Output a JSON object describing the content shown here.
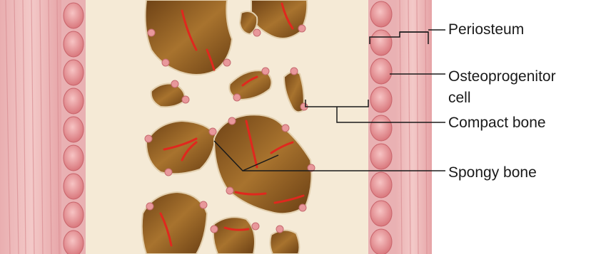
{
  "labels": {
    "periosteum": "Periosteum",
    "osteoprogenitor_line1": "Osteoprogenitor",
    "osteoprogenitor_line2": "cell",
    "compact_bone": "Compact bone",
    "spongy_bone": "Spongy bone"
  },
  "colors": {
    "muscle": "#e7a6a8",
    "periosteum_cells": "#e58e92",
    "compact_bone": "#f4e8d2",
    "marrow_cavity": "#8a5a22",
    "blood_vessel": "#e0281e",
    "leader_line": "#1a1a1a"
  }
}
